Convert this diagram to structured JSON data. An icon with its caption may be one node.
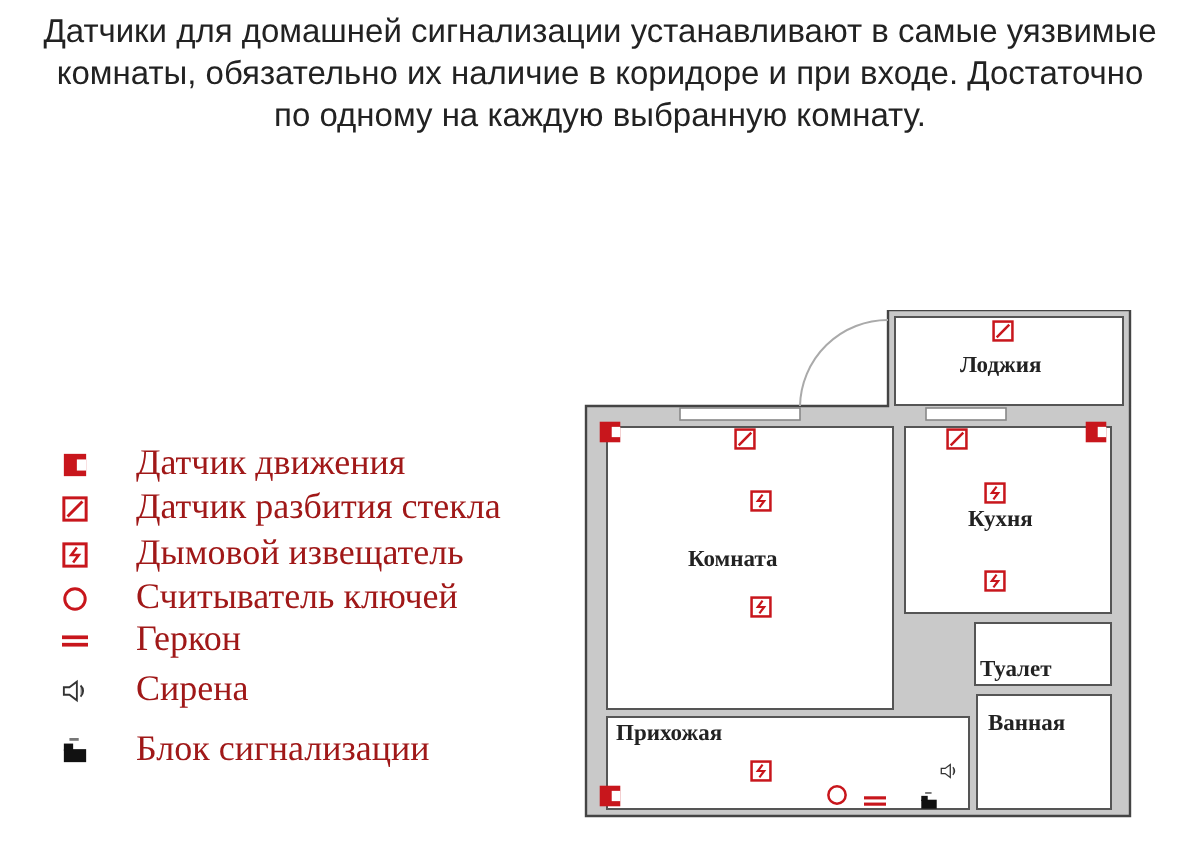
{
  "diagram": {
    "title": "Датчики для домашней сигнализации устанавливают в самые уязвимые комнаты, обязательно их наличие в коридоре и при входе. Достаточно по одному на каждую выбранную комнату.",
    "nodes": [
      {
        "text": [
          "Лоджия"
        ]
      },
      {
        "text": [
          "Комната"
        ]
      },
      {
        "text": [
          "Кухня"
        ]
      },
      {
        "text": [
          "Туалет"
        ]
      },
      {
        "text": [
          "Прихожая"
        ]
      },
      {
        "text": [
          "Ванная"
        ]
      }
    ],
    "legend": [
      {
        "text": "Датчик движения"
      },
      {
        "text": "Датчик разбития стекла"
      },
      {
        "text": "Дымовой извещатель"
      },
      {
        "text": "Считыватель ключей"
      },
      {
        "text": "Геркон"
      },
      {
        "text": "Сирена"
      },
      {
        "text": "Блок сигнализации"
      }
    ]
  }
}
